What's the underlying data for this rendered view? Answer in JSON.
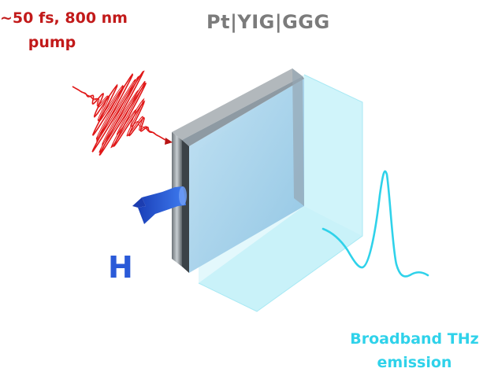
{
  "labels": {
    "pump_line1": "~50 fs, 800 nm",
    "pump_line2": "pump",
    "sample": "Pt|YIG|GGG",
    "field": "H",
    "emission_line1": "Broadband THz",
    "emission_line2": "emission"
  },
  "colors": {
    "pump": "#c21a1a",
    "sample_label": "#7b7b7b",
    "field": "#2a5ad8",
    "emission": "#2fd2ea"
  },
  "icons": {
    "pump_pulse": "red-laser-pulse-wave",
    "field_arrow": "blue-3d-arrow",
    "thz_waveform": "cyan-single-cycle-waveform",
    "emission_cone": "translucent-cyan-cube"
  }
}
